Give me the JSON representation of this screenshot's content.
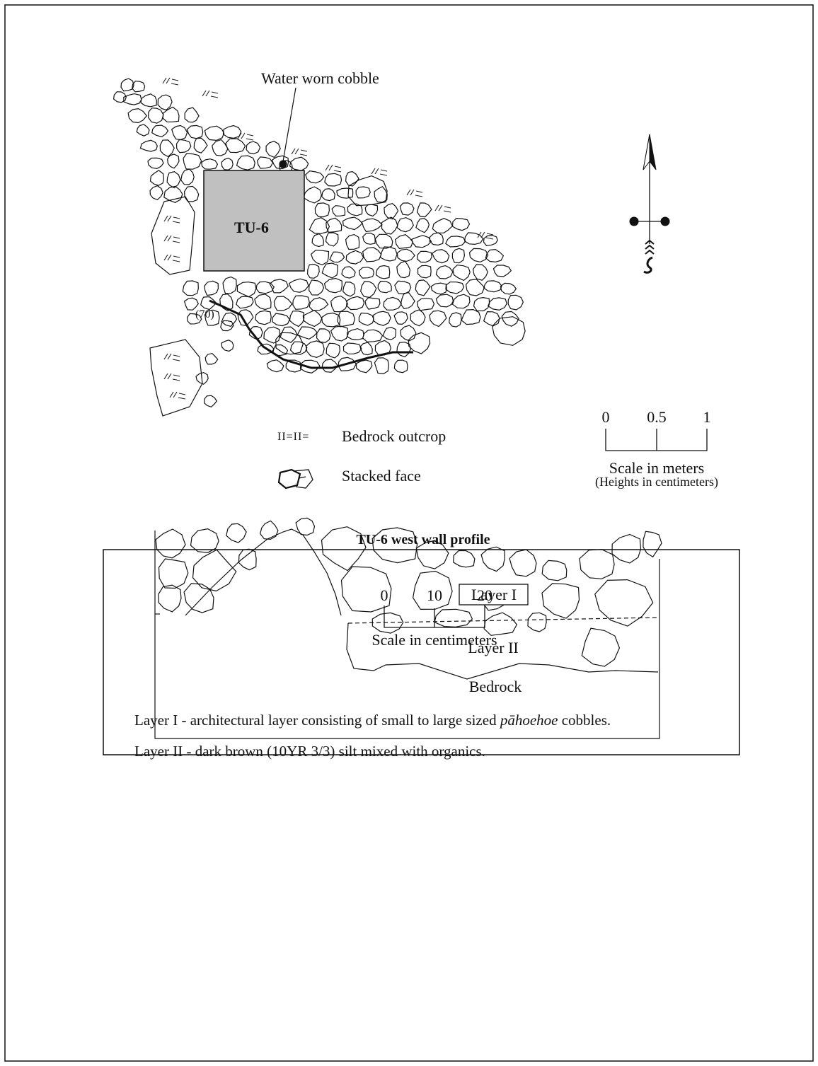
{
  "plan": {
    "callout_label": "Water worn cobble",
    "unit_label": "TU-6",
    "elevation_label": "(70)"
  },
  "legend": {
    "bedrock_symbol": "II=II=",
    "bedrock_label": "Bedrock outcrop",
    "stacked_label": "Stacked face"
  },
  "map_scale": {
    "ticks": [
      "0",
      "0.5",
      "1"
    ],
    "title": "Scale in meters",
    "subtitle": "(Heights in centimeters)"
  },
  "profile": {
    "title": "TU-6 west wall profile",
    "scale_ticks": [
      "0",
      "10",
      "20"
    ],
    "scale_title": "Scale in centimeters",
    "layer1_label": "Layer I",
    "layer2_label": "Layer II",
    "bedrock_label": "Bedrock",
    "desc1_before": "Layer I - architectural layer consisting of small to large sized ",
    "desc1_italic": "pāhoehoe",
    "desc1_after": " cobbles.",
    "desc2": "Layer II - dark brown (10YR 3/3) silt mixed with organics."
  },
  "colors": {
    "unit_fill": "#c0c0c0",
    "line": "#111111"
  }
}
